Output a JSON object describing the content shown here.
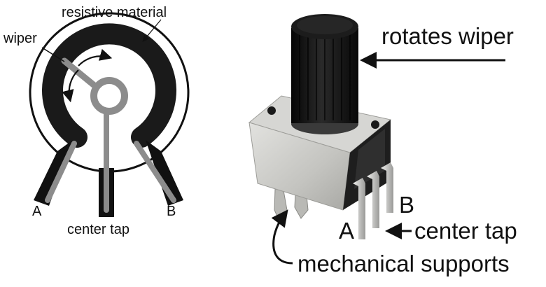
{
  "schematic": {
    "labels": {
      "resistive_material": "resistive material",
      "wiper": "wiper",
      "terminal_a": "A",
      "terminal_b": "B",
      "center_tap": "center tap"
    }
  },
  "photo": {
    "labels": {
      "rotates_wiper": "rotates wiper",
      "terminal_b": "B",
      "terminal_a": "A",
      "center_tap": "center tap",
      "mechanical_supports": "mechanical supports"
    }
  },
  "colors": {
    "resistive_track": "#1a1a1a",
    "wiper_metal": "#8c8c8c",
    "knob": "#141414",
    "body_metal": "#c9c9c6",
    "pins": "#d2d2d0",
    "text": "#111111"
  }
}
